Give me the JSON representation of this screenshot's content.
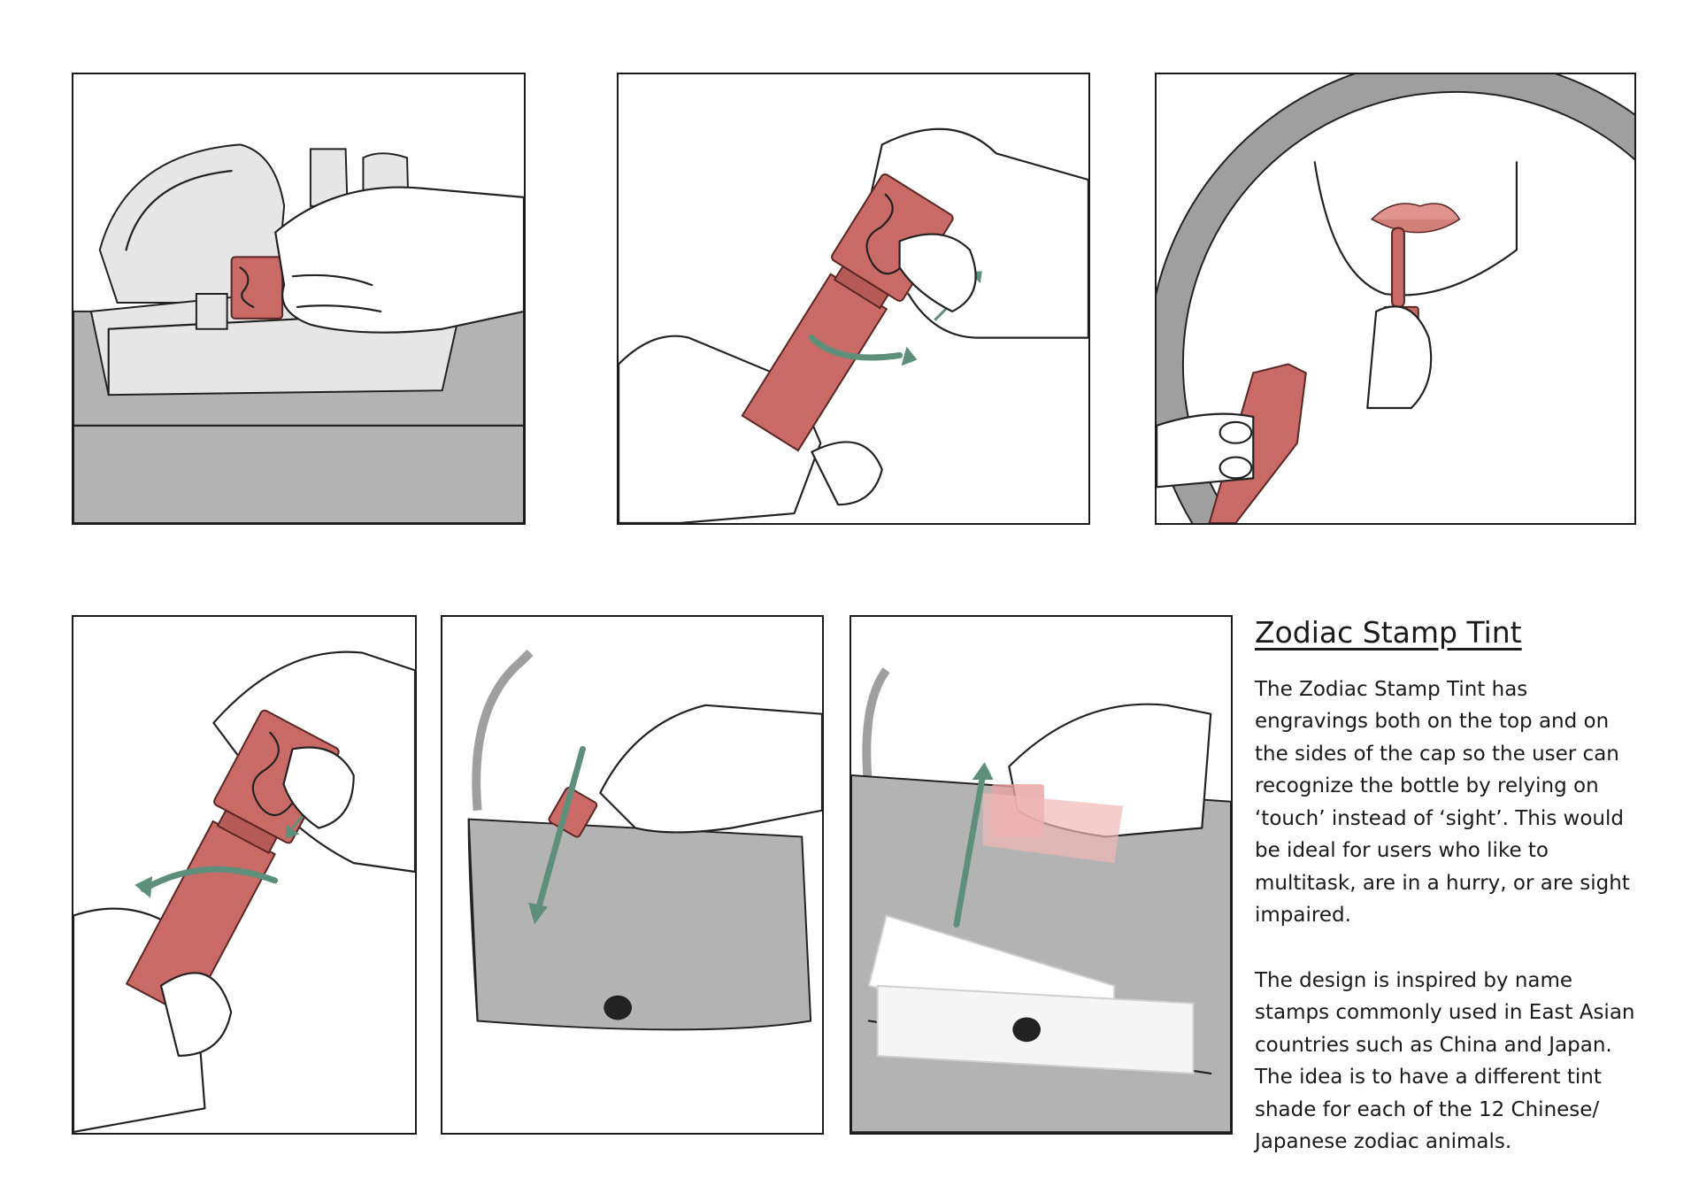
{
  "colors": {
    "tint_red": "#c96a66",
    "arrow_green": "#5e8f7a",
    "surface_gray": "#b3b3b3",
    "light_gray": "#e6e6e6"
  },
  "panels": [
    {
      "icon": "hand-grabbing-bottle-from-pouch-icon"
    },
    {
      "icon": "hand-twisting-cap-open-icon"
    },
    {
      "icon": "applying-tint-in-mirror-icon"
    },
    {
      "icon": "hand-twisting-cap-closed-icon"
    },
    {
      "icon": "dropping-bottle-in-purse-icon"
    },
    {
      "icon": "finding-bottle-by-touch-icon"
    }
  ],
  "description": {
    "title": "Zodiac Stamp Tint",
    "paragraph_1": "The Zodiac Stamp Tint has engravings both on the top and on the sides of the cap so the user can recognize the bottle by relying on ‘touch’ instead of ‘sight’. This would be ideal for users who like to multitask, are in a hurry, or are sight impaired.",
    "paragraph_2": "The design is inspired by name stamps commonly used in East Asian countries such as China and Japan. The idea is to have a different tint shade for each of the 12 Chinese/ Japanese zodiac animals."
  }
}
